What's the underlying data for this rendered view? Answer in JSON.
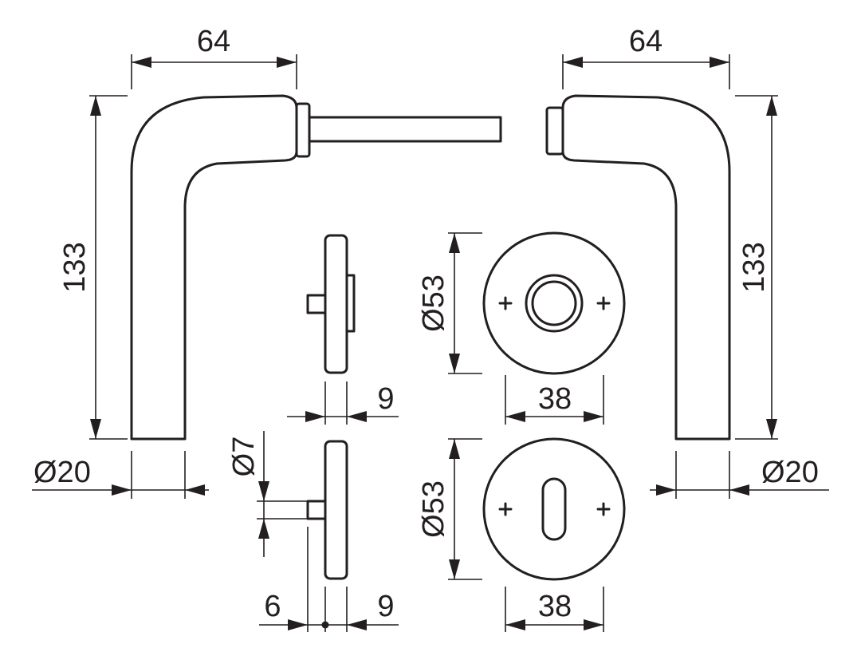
{
  "labels": {
    "left_width": "64",
    "right_width": "64",
    "left_height": "133",
    "right_height": "133",
    "left_grip_diameter": "Ø20",
    "right_grip_diameter": "Ø20",
    "rose_top_depth": "9",
    "rose_top_diameter": "Ø53",
    "rose_top_hole_spacing": "38",
    "spindle_diameter": "Ø7",
    "rose_bottom_spindle_offset": "6",
    "rose_bottom_depth": "9",
    "rose_bottom_diameter": "Ø53",
    "rose_bottom_hole_spacing": "38"
  },
  "colors": {
    "line": "#231f20",
    "background": "#ffffff"
  }
}
